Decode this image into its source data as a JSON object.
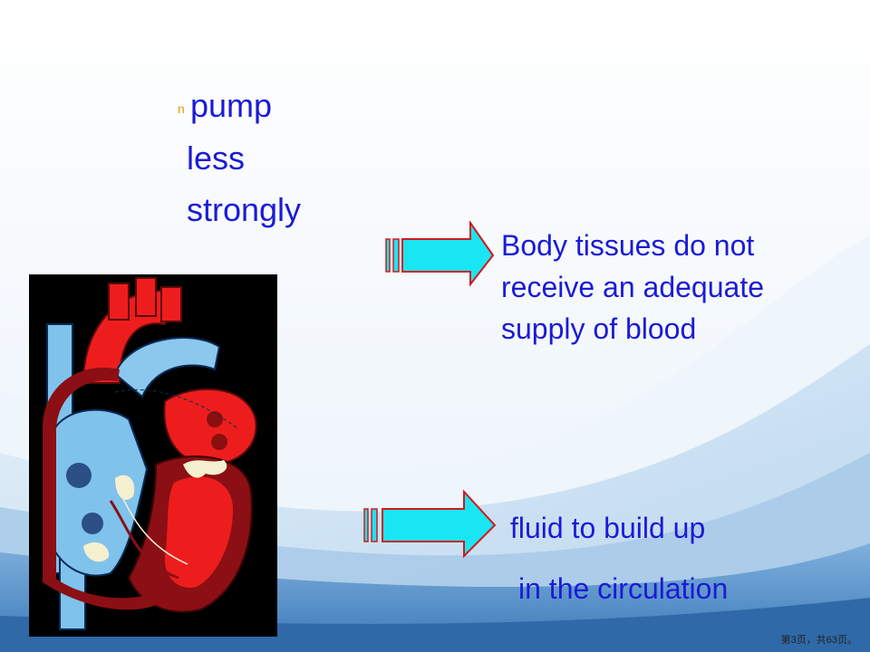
{
  "bullet_glyph": "n",
  "left_text": {
    "line1": "pump",
    "line2": "less",
    "line3": "strongly"
  },
  "right_text": {
    "block1": [
      "Body tissues do not",
      "receive an adequate",
      "supply of blood"
    ],
    "line2a": "fluid to build up",
    "line2b": "in the circulation"
  },
  "footer": "第3页，共63页。",
  "colors": {
    "text": "#1b1bd6",
    "arrow_fill": "#19e6f2",
    "arrow_stroke": "#d2191e",
    "wave_dark": "#3a78b8",
    "wave_light": "#cfe3f3"
  },
  "icons": [
    "heart-diagram",
    "right-arrow-icon"
  ]
}
